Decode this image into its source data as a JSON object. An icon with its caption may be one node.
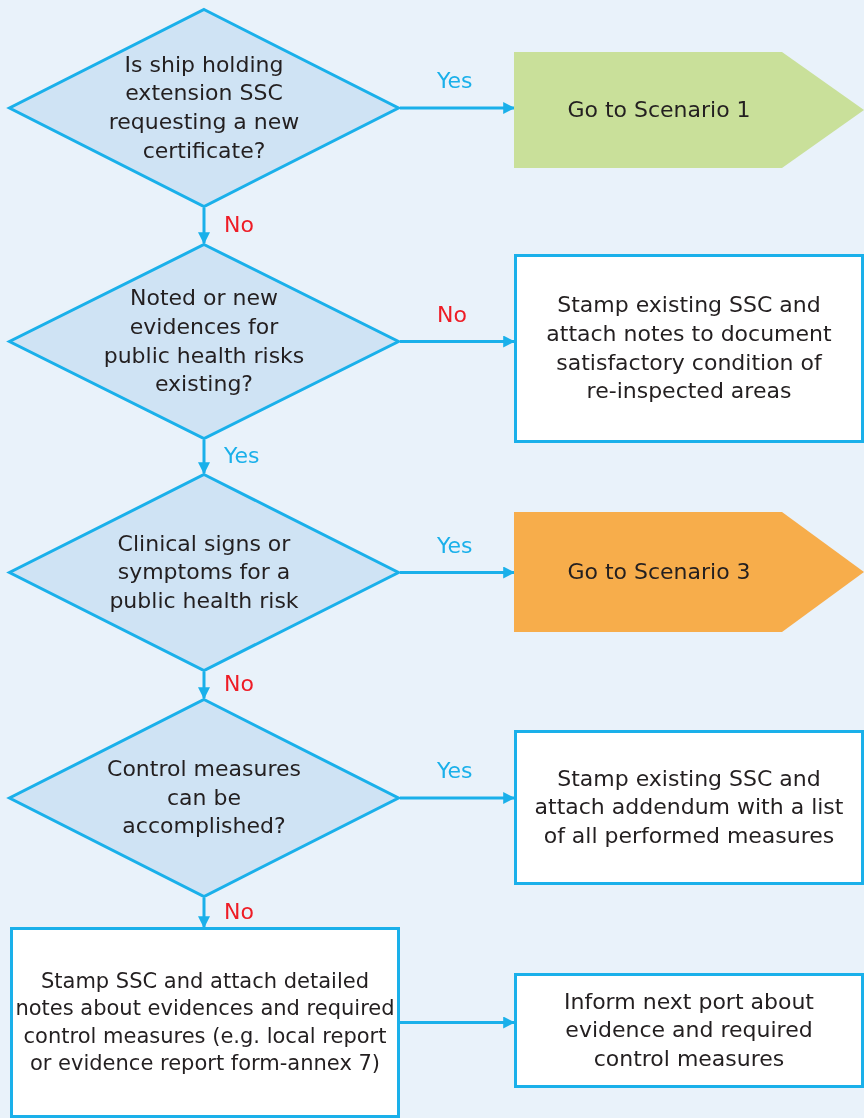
{
  "diagram": {
    "nodes": [
      {
        "text": [
          "Is ship holding extension SSC requesting a new certificate?"
        ]
      },
      {
        "text": [
          "Go to Scenario 1"
        ]
      },
      {
        "text": [
          "Noted or new evidences for public health risks existing?"
        ]
      },
      {
        "text": [
          "Stamp existing SSC and attach notes to document satisfactory condition of re-inspected areas"
        ]
      },
      {
        "text": [
          "Clinical signs or symptoms for a public health risk"
        ]
      },
      {
        "text": [
          "Go to Scenario 3"
        ]
      },
      {
        "text": [
          "Control measures can be accomplished?"
        ]
      },
      {
        "text": [
          "Stamp existing SSC and attach addendum with a list of all performed measures"
        ]
      },
      {
        "text": [
          "Stamp SSC and attach detailed notes about evidences and required control measures (e.g. local report or evidence report form-annex 7)"
        ]
      },
      {
        "text": [
          "Inform next port about evidence and required control measures"
        ]
      }
    ],
    "edges": [
      {
        "from": 0,
        "to": 1,
        "arrow": "to",
        "label": "Yes"
      },
      {
        "from": 0,
        "to": 2,
        "arrow": "to",
        "label": "No"
      },
      {
        "from": 2,
        "to": 3,
        "arrow": "to",
        "label": "No"
      },
      {
        "from": 2,
        "to": 4,
        "arrow": "to",
        "label": "Yes"
      },
      {
        "from": 4,
        "to": 5,
        "arrow": "to",
        "label": "Yes"
      },
      {
        "from": 4,
        "to": 6,
        "arrow": "to",
        "label": "No"
      },
      {
        "from": 6,
        "to": 7,
        "arrow": "to",
        "label": "Yes"
      },
      {
        "from": 6,
        "to": 8,
        "arrow": "to",
        "label": "No"
      },
      {
        "from": 8,
        "to": 9,
        "arrow": "to"
      }
    ]
  }
}
